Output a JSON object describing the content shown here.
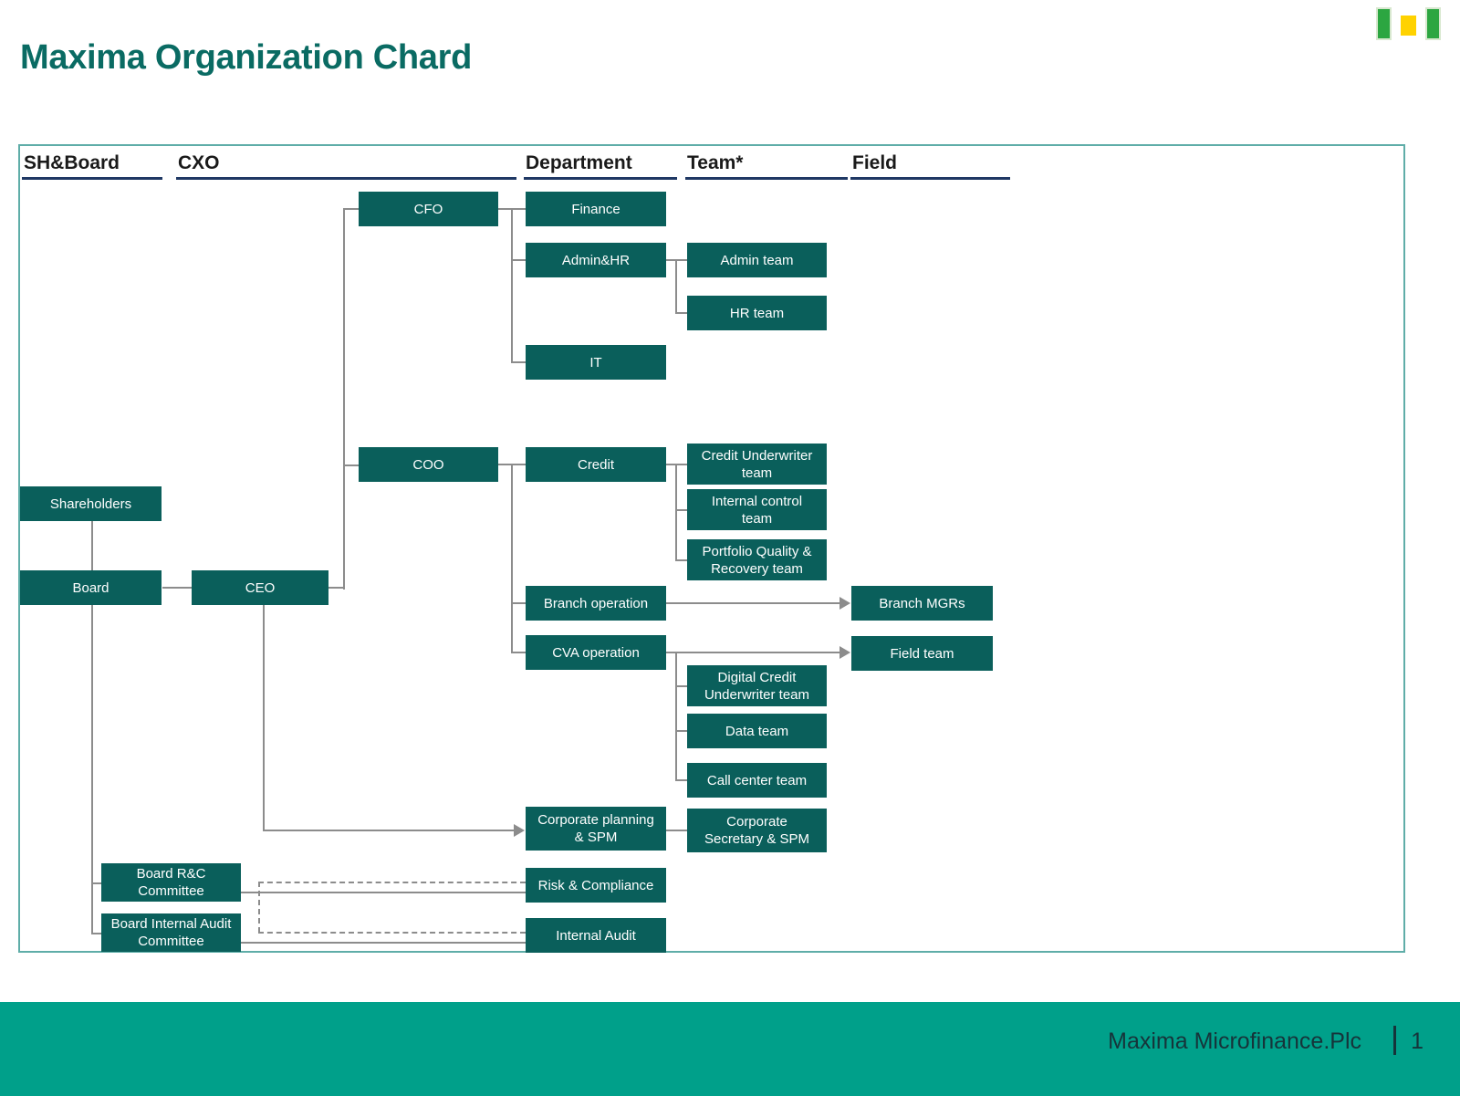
{
  "title": "Maxima Organization Chard",
  "logo": {
    "name": "maxima-logo",
    "colors": {
      "green": "#2ca641",
      "yellow": "#ffd200"
    }
  },
  "columns": [
    {
      "label": "SH&Board"
    },
    {
      "label": "CXO"
    },
    {
      "label": "Department"
    },
    {
      "label": "Team*"
    },
    {
      "label": "Field"
    }
  ],
  "nodes": {
    "shareholders": "Shareholders",
    "board": "Board",
    "ceo": "CEO",
    "board_rc_committee": "Board R&C\nCommittee",
    "board_internal_audit_committee": "Board Internal Audit\nCommittee",
    "cfo": "CFO",
    "coo": "COO",
    "finance": "Finance",
    "admin_hr": "Admin&HR",
    "it": "IT",
    "credit": "Credit",
    "branch_operation": "Branch operation",
    "cva_operation": "CVA operation",
    "corporate_planning_spm": "Corporate planning\n& SPM",
    "risk_compliance": "Risk & Compliance",
    "internal_audit": "Internal Audit",
    "admin_team": "Admin team",
    "hr_team": "HR team",
    "credit_underwriter_team": "Credit Underwriter\nteam",
    "internal_control_team": "Internal control\nteam",
    "portfolio_quality_recovery_team": "Portfolio Quality &\nRecovery team",
    "digital_credit_underwriter_team": "Digital Credit\nUnderwriter team",
    "data_team": "Data team",
    "call_center_team": "Call center team",
    "corporate_secretary_spm": "Corporate\nSecretary & SPM",
    "branch_mgrs": "Branch MGRs",
    "field_team": "Field team"
  },
  "footer": {
    "company": "Maxima Microfinance.Plc",
    "page_number": "1"
  },
  "colors": {
    "box_fill": "#0a5f5b",
    "title": "#0a6b63",
    "frame_border": "#5fada8",
    "footer_band": "#00a08a",
    "connector": "#8c8c8c",
    "header_rule": "#1f3864"
  }
}
